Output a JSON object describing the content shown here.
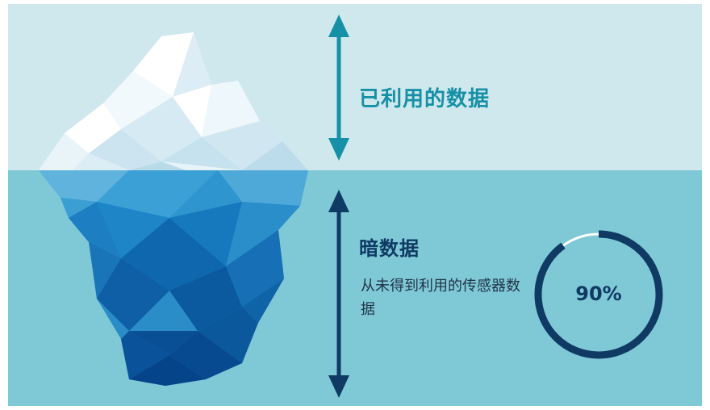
{
  "colors": {
    "sky": "#cfe8ed",
    "water": "#7fc8d6",
    "used_accent": "#1590a6",
    "dark_accent": "#0f3a63",
    "ring_track": "#ffffff"
  },
  "used_data": {
    "title": "已利用的数据"
  },
  "dark_data": {
    "title": "暗数据",
    "description": "从未得到利用的传感器数据",
    "percent_label": "90%",
    "percent_value": 90
  },
  "icons": [
    "double-arrow-icon",
    "iceberg-icon",
    "progress-ring-icon"
  ]
}
